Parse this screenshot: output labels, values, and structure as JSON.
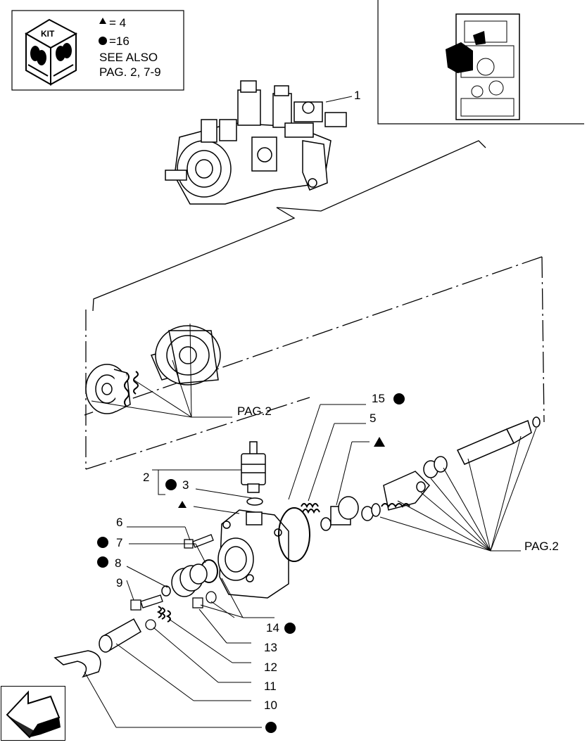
{
  "kit_box": {
    "kit_label": "KIT",
    "triangle_text": "= 4",
    "circle_text": "=16",
    "see_also": "SEE ALSO",
    "pages": "PAG. 2, 7-9"
  },
  "labels": {
    "n1": "1",
    "n2": "2",
    "n3": "3",
    "n5": "5",
    "n6": "6",
    "n7": "7",
    "n8": "8",
    "n9": "9",
    "n10": "10",
    "n11": "11",
    "n12": "12",
    "n13": "13",
    "n14": "14",
    "n15": "15",
    "pag2_upper": "PAG.2",
    "pag2_right": "PAG.2"
  }
}
